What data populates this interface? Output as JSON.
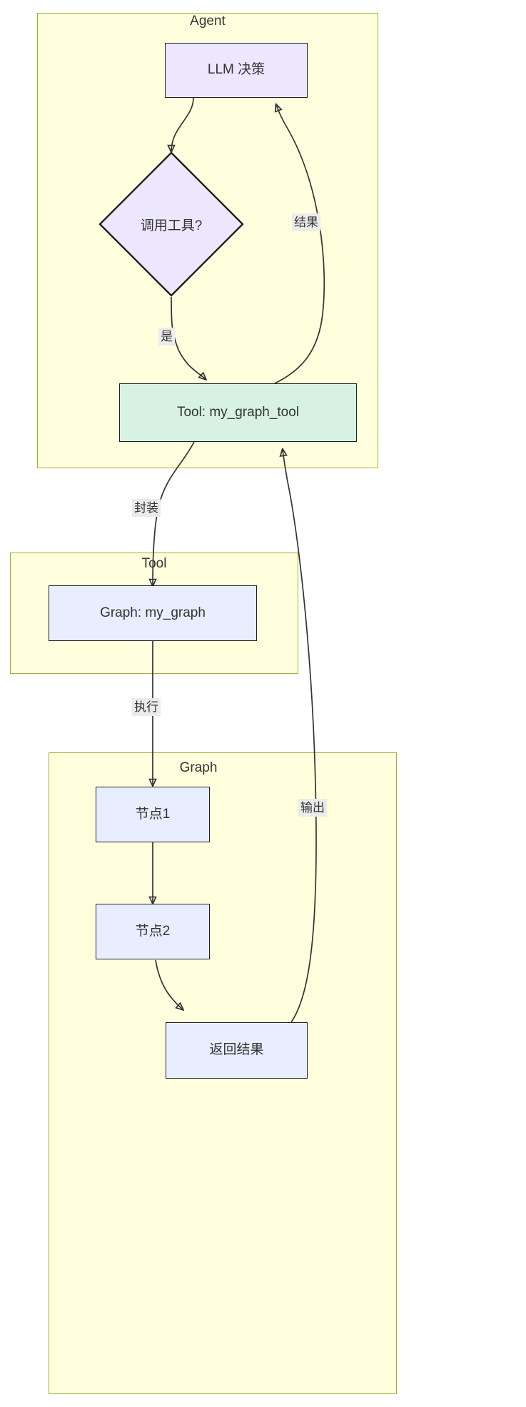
{
  "diagram": {
    "type": "flowchart",
    "direction": "top-down",
    "colors": {
      "subgraph_fill": "#ffffde",
      "subgraph_stroke": "#aaaa33",
      "decision_fill": "#ece7fd",
      "llm_fill": "#ece7fd",
      "tool_fill": "#d7f2e3",
      "graph_node_fill": "#e8eeff",
      "node_stroke": "#1f1f1f",
      "edge_stroke": "#333333",
      "edge_label_bg": "#ebebeb",
      "text": "#333333"
    }
  },
  "subgraphs": [
    {
      "id": "agent",
      "title": "Agent"
    },
    {
      "id": "tool",
      "title": "Tool"
    },
    {
      "id": "graph",
      "title": "Graph"
    }
  ],
  "nodes": [
    {
      "id": "llm",
      "label": "LLM 决策",
      "shape": "rect",
      "group": "agent"
    },
    {
      "id": "decision",
      "label": "调用工具?",
      "shape": "diamond",
      "group": "agent"
    },
    {
      "id": "tool_node",
      "label": "Tool: my_graph_tool",
      "shape": "rect",
      "group": "agent"
    },
    {
      "id": "graph_node",
      "label": "Graph: my_graph",
      "shape": "rect",
      "group": "tool"
    },
    {
      "id": "node1",
      "label": "节点1",
      "shape": "rect",
      "group": "graph"
    },
    {
      "id": "node2",
      "label": "节点2",
      "shape": "rect",
      "group": "graph"
    },
    {
      "id": "result",
      "label": "返回结果",
      "shape": "rect",
      "group": "graph"
    }
  ],
  "edges": [
    {
      "from": "llm",
      "to": "decision",
      "label": ""
    },
    {
      "from": "decision",
      "to": "tool_node",
      "label": "是"
    },
    {
      "from": "tool_node",
      "to": "llm",
      "label": "结果"
    },
    {
      "from": "tool_node",
      "to": "graph_node",
      "label": "封装"
    },
    {
      "from": "graph_node",
      "to": "node1",
      "label": "执行"
    },
    {
      "from": "node1",
      "to": "node2",
      "label": ""
    },
    {
      "from": "node2",
      "to": "result",
      "label": ""
    },
    {
      "from": "result",
      "to": "tool_node",
      "label": "输出"
    }
  ],
  "edge_labels": {
    "result_back": "结果",
    "yes": "是",
    "wrap": "封装",
    "execute": "执行",
    "output": "输出"
  }
}
